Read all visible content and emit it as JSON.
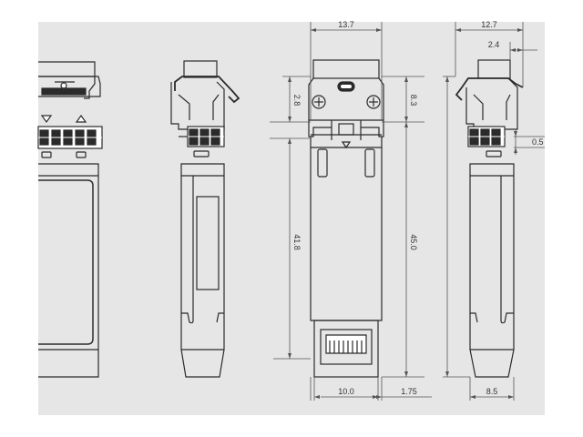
{
  "colors": {
    "page": "#ffffff",
    "panel": "#e6e6e6",
    "outline": "#2b2b2b",
    "dimension_line": "#555555",
    "text": "#333333"
  },
  "dimensions": {
    "width_top_front": "13.7",
    "width_top_side": "12.7",
    "offset_side": "2.4",
    "offset_small": "0.5",
    "height_front_upper": "2.8",
    "height_front_upper_right": "8.3",
    "height_body_left": "41.8",
    "height_body_right": "45.0",
    "width_bottom_front": "10.0",
    "width_bottom_offset": "1.75",
    "width_bottom_side": "8.5"
  }
}
